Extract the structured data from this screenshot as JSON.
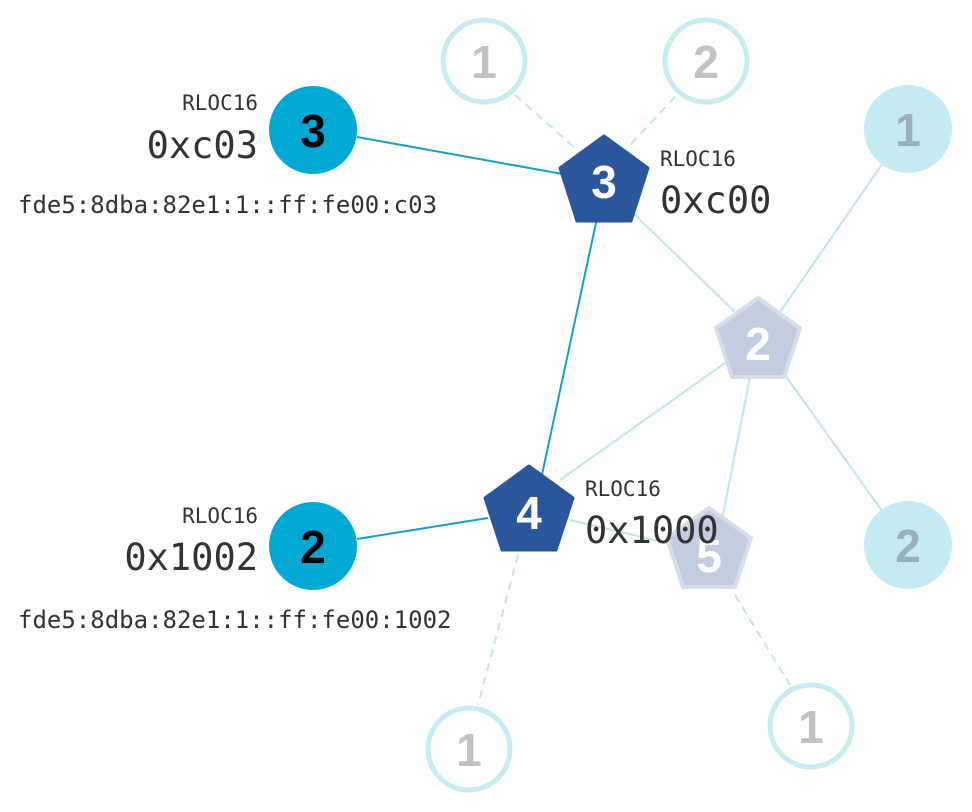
{
  "colors": {
    "router_dark": "#2a569b",
    "router_faded_fill": "#c2cde2",
    "router_faded_stroke": "#d6deec",
    "router_faded_text": "#ffffff",
    "child_active": "#00a9d4",
    "child_faded_fill": "#c2ebf3",
    "child_outline": "#c8ecf4",
    "outline_text": "#c2c2c2",
    "faded_text": "#9aaebb",
    "link_active": "#1a9ec9",
    "link_faded": "#c0e6f0",
    "label_text": "#333333"
  },
  "nodes": {
    "router_c00": {
      "number": "3",
      "rloc_label": "RLOC16",
      "rloc": "0xc00"
    },
    "router_1000": {
      "number": "4",
      "rloc_label": "RLOC16",
      "rloc": "0x1000"
    },
    "router_faded_2": {
      "number": "2"
    },
    "router_faded_5": {
      "number": "5"
    },
    "child_c03": {
      "number": "3",
      "rloc_label": "RLOC16",
      "rloc": "0xc03",
      "ipv6": "fde5:8dba:82e1:1::ff:fe00:c03"
    },
    "child_1002": {
      "number": "2",
      "rloc_label": "RLOC16",
      "rloc": "0x1002",
      "ipv6": "fde5:8dba:82e1:1::ff:fe00:1002"
    },
    "child_outline_top_1": {
      "number": "1"
    },
    "child_outline_top_2": {
      "number": "2"
    },
    "child_outline_bottom_1": {
      "number": "1"
    },
    "child_outline_bottom_right_1": {
      "number": "1"
    },
    "child_faded_right_1": {
      "number": "1"
    },
    "child_faded_right_2": {
      "number": "2"
    }
  }
}
